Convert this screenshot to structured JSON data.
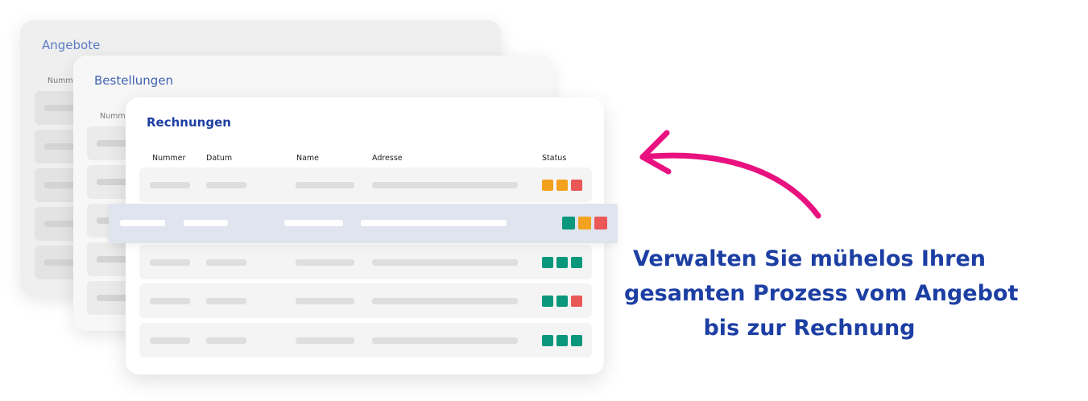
{
  "cards": {
    "angebote": {
      "title": "Angebote",
      "col_nummer": "Nummer"
    },
    "bestellungen": {
      "title": "Bestellungen",
      "col_nummer": "Nummer"
    },
    "rechnungen": {
      "title": "Rechnungen",
      "columns": {
        "nummer": "Nummer",
        "datum": "Datum",
        "name": "Name",
        "adresse": "Adresse",
        "status": "Status"
      }
    }
  },
  "status_colors": {
    "orange": "#f3a21f",
    "red": "#ea5757",
    "green": "#0a977c"
  },
  "rechnungen_rows": [
    {
      "status": [
        "orange",
        "orange",
        "red"
      ]
    },
    {
      "status": [
        "green",
        "orange",
        "red"
      ],
      "highlighted": true
    },
    {
      "status": [
        "green",
        "green",
        "green"
      ]
    },
    {
      "status": [
        "green",
        "green",
        "red"
      ]
    },
    {
      "status": [
        "green",
        "green",
        "green"
      ]
    }
  ],
  "arrow": {
    "color": "#e8117f",
    "icon": "curved-arrow-left-icon"
  },
  "tagline": {
    "line1": "Verwalten Sie mühelos Ihren",
    "line2": "gesamten Prozess vom Angebot",
    "line3": "bis zur Rechnung"
  }
}
